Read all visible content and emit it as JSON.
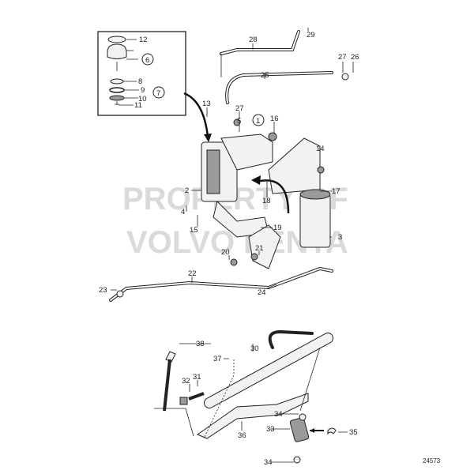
{
  "watermark": [
    "PROPERTY OF",
    "VOLVO PENTA"
  ],
  "drawing_number": "24573",
  "callouts": [
    "12",
    "6",
    "8",
    "9",
    "10",
    "11",
    "7",
    "28",
    "29",
    "27",
    "26",
    "25",
    "13",
    "27",
    "5",
    "1",
    "16",
    "14",
    "2",
    "17",
    "4",
    "18",
    "15",
    "19",
    "3",
    "20",
    "21",
    "22",
    "23",
    "24",
    "38",
    "37",
    "30",
    "31",
    "32",
    "34",
    "33",
    "35",
    "36",
    "34"
  ]
}
